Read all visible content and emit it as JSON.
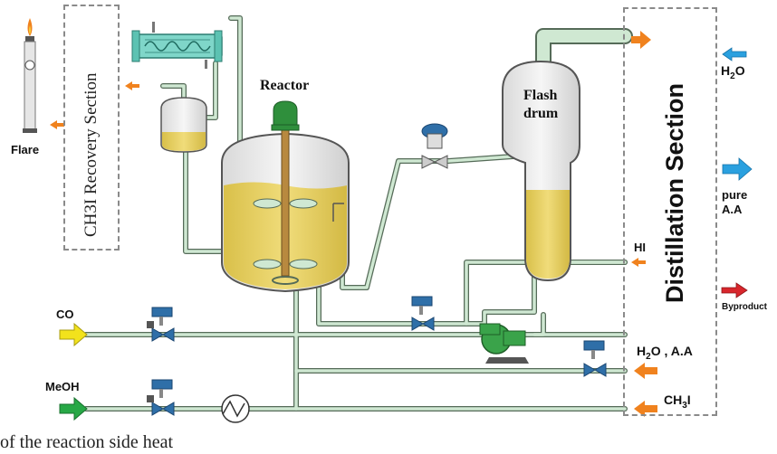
{
  "labels": {
    "flare": "Flare",
    "recovery_section": "CH3I Recovery Section",
    "reactor": "Reactor",
    "flash_line1": "Flash",
    "flash_line2": "drum",
    "distillation_section": "Distillation Section",
    "h2o_out": "H2O",
    "pure_line1": "pure",
    "pure_line2": "A.A",
    "hi": "HI",
    "byproduct": "Byproduct",
    "co": "CO",
    "meoh": "MeOH",
    "h2o_aa": "H2O , A.A",
    "ch3i": "CH3I",
    "caption_fragment": "of the reaction side heat"
  },
  "colors": {
    "liquid": "#e8d36a",
    "vessel": "#ececec",
    "pipe": "#cfe8d2",
    "pipe_outline": "#556b58",
    "arrow_orange": "#f0821e",
    "arrow_blue": "#2aa0df",
    "arrow_yellow": "#f2e21c",
    "arrow_green": "#27a846",
    "arrow_red": "#d8262c",
    "valve_blue": "#2f6fa8",
    "agitator": "#b8893f",
    "motor_green": "#2f8f3c",
    "pump_green": "#3aa34a"
  }
}
